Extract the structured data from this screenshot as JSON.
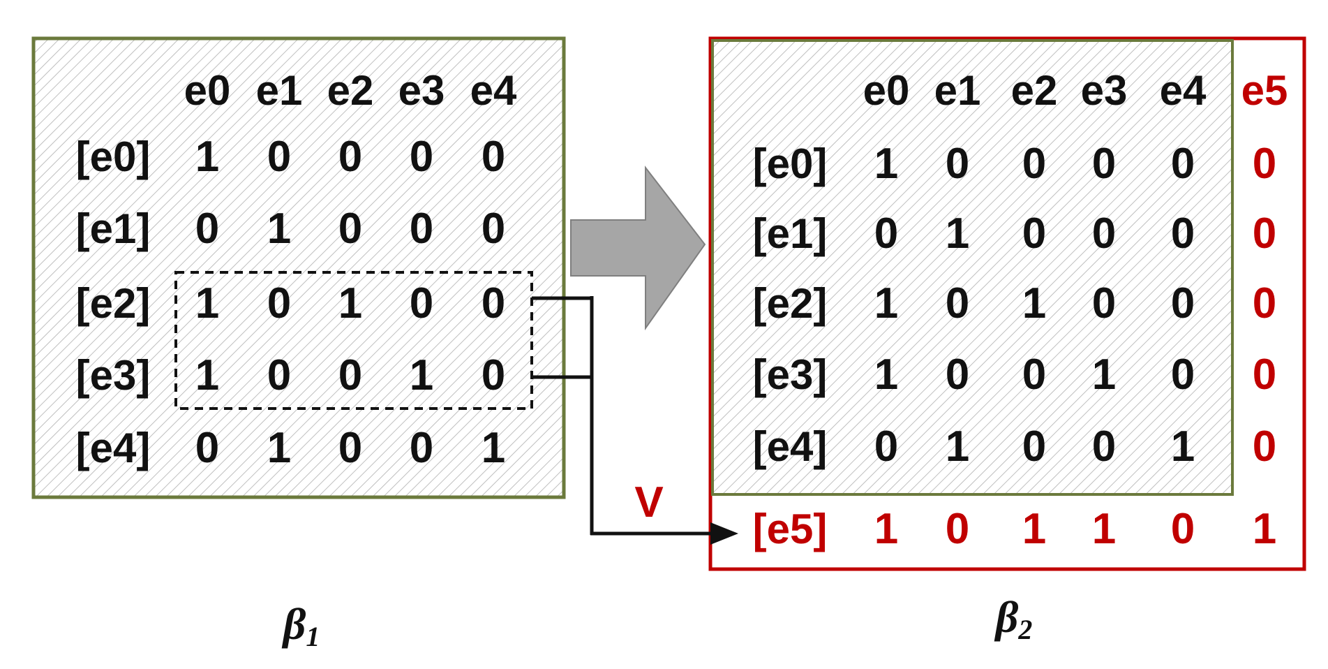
{
  "colors": {
    "black": "#111111",
    "red": "#c00000",
    "green_border": "#6b7a3c",
    "red_border": "#c00000",
    "arrow_fill": "#a6a6a6",
    "arrow_stroke": "#7f7f7f",
    "hatch": "#bfbfbf"
  },
  "icons": {
    "big_arrow": "right-arrow-icon",
    "connector_arrow": "arrowhead-icon"
  },
  "beta1": {
    "caption_symbol": "β",
    "caption_sub": "1",
    "col_headers": [
      "e0",
      "e1",
      "e2",
      "e3",
      "e4"
    ],
    "row_labels": [
      "[e0]",
      "[e1]",
      "[e2]",
      "[e3]",
      "[e4]"
    ],
    "rows": [
      [
        "1",
        "0",
        "0",
        "0",
        "0"
      ],
      [
        "0",
        "1",
        "0",
        "0",
        "0"
      ],
      [
        "1",
        "0",
        "1",
        "0",
        "0"
      ],
      [
        "1",
        "0",
        "0",
        "1",
        "0"
      ],
      [
        "0",
        "1",
        "0",
        "0",
        "1"
      ]
    ]
  },
  "beta2": {
    "caption_symbol": "β",
    "caption_sub": "2",
    "col_headers": [
      "e0",
      "e1",
      "e2",
      "e3",
      "e4"
    ],
    "new_col_header": "e5",
    "row_labels": [
      "[e0]",
      "[e1]",
      "[e2]",
      "[e3]",
      "[e4]"
    ],
    "rows": [
      [
        "1",
        "0",
        "0",
        "0",
        "0"
      ],
      [
        "0",
        "1",
        "0",
        "0",
        "0"
      ],
      [
        "1",
        "0",
        "1",
        "0",
        "0"
      ],
      [
        "1",
        "0",
        "0",
        "1",
        "0"
      ],
      [
        "0",
        "1",
        "0",
        "0",
        "1"
      ]
    ],
    "new_col_values": [
      "0",
      "0",
      "0",
      "0",
      "0"
    ],
    "new_row_label": "[e5]",
    "new_row_values": [
      "1",
      "0",
      "1",
      "1",
      "0",
      "1"
    ]
  },
  "operator_label": "V"
}
